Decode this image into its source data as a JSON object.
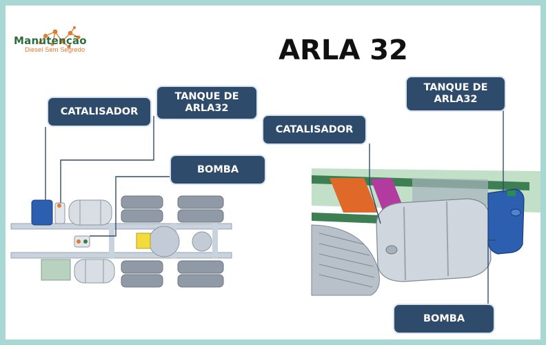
{
  "logo": {
    "title": "Manutenção",
    "subtitle": "Diesel Sem Segredo"
  },
  "title": "ARLA 32",
  "left_diagram": {
    "catalisador": "CATALISADOR",
    "tanque_line1": "TANQUE DE",
    "tanque_line2": "ARLA32",
    "bomba": "BOMBA"
  },
  "right_diagram": {
    "catalisador": "CATALISADOR",
    "tanque_line1": "TANQUE DE",
    "tanque_line2": "ARLA32",
    "bomba": "BOMBA"
  },
  "colors": {
    "label_bg": "#2f4b6c",
    "frame_border": "#a9d8d4",
    "logo_green": "#2e6b3e",
    "logo_orange": "#e07a2d",
    "adblue_tank": "#2c5fb0"
  }
}
